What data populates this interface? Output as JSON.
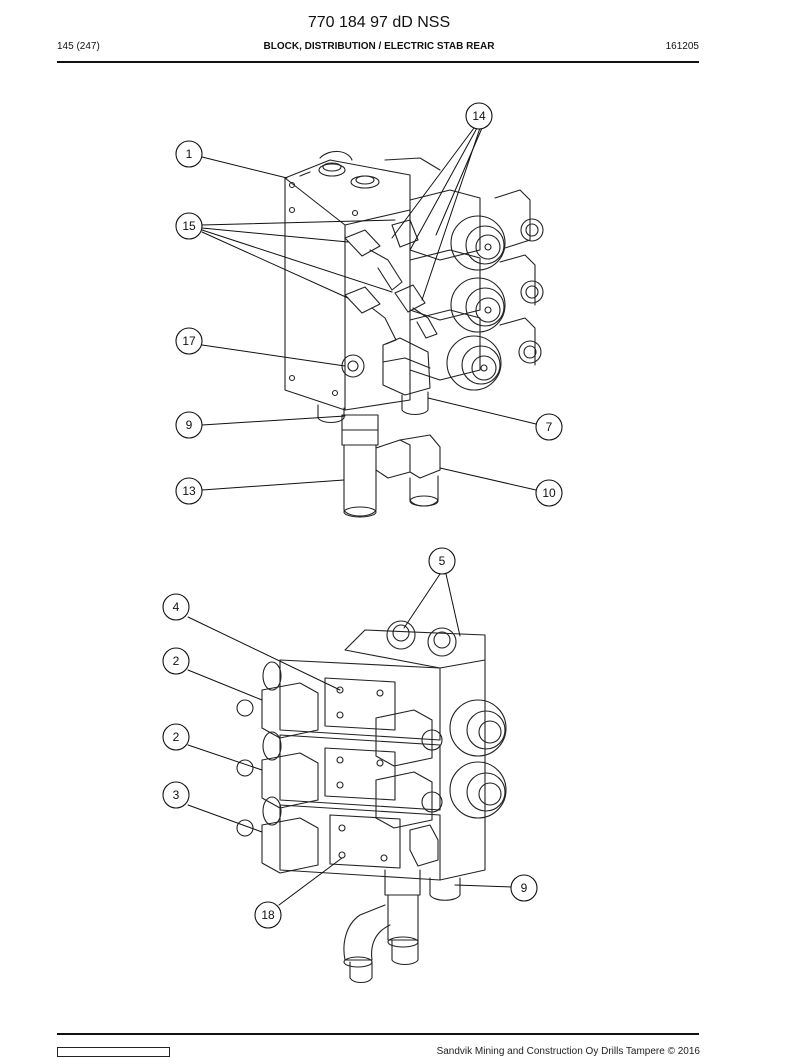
{
  "header": {
    "doc_title": "770 184 97 dD NSS",
    "page": "145 (247)",
    "section_title": "BLOCK, DISTRIBUTION / ELECTRIC STAB REAR",
    "date_code": "161205"
  },
  "footer": {
    "copyright": "Sandvik Mining and Construction Oy Drills Tampere © 2016"
  },
  "callouts": {
    "c1": "1",
    "c14": "14",
    "c15": "15",
    "c17": "17",
    "c9a": "9",
    "c7": "7",
    "c13": "13",
    "c10": "10",
    "c5": "5",
    "c4": "4",
    "c2a": "2",
    "c2b": "2",
    "c3": "3",
    "c9b": "9",
    "c18": "18"
  }
}
